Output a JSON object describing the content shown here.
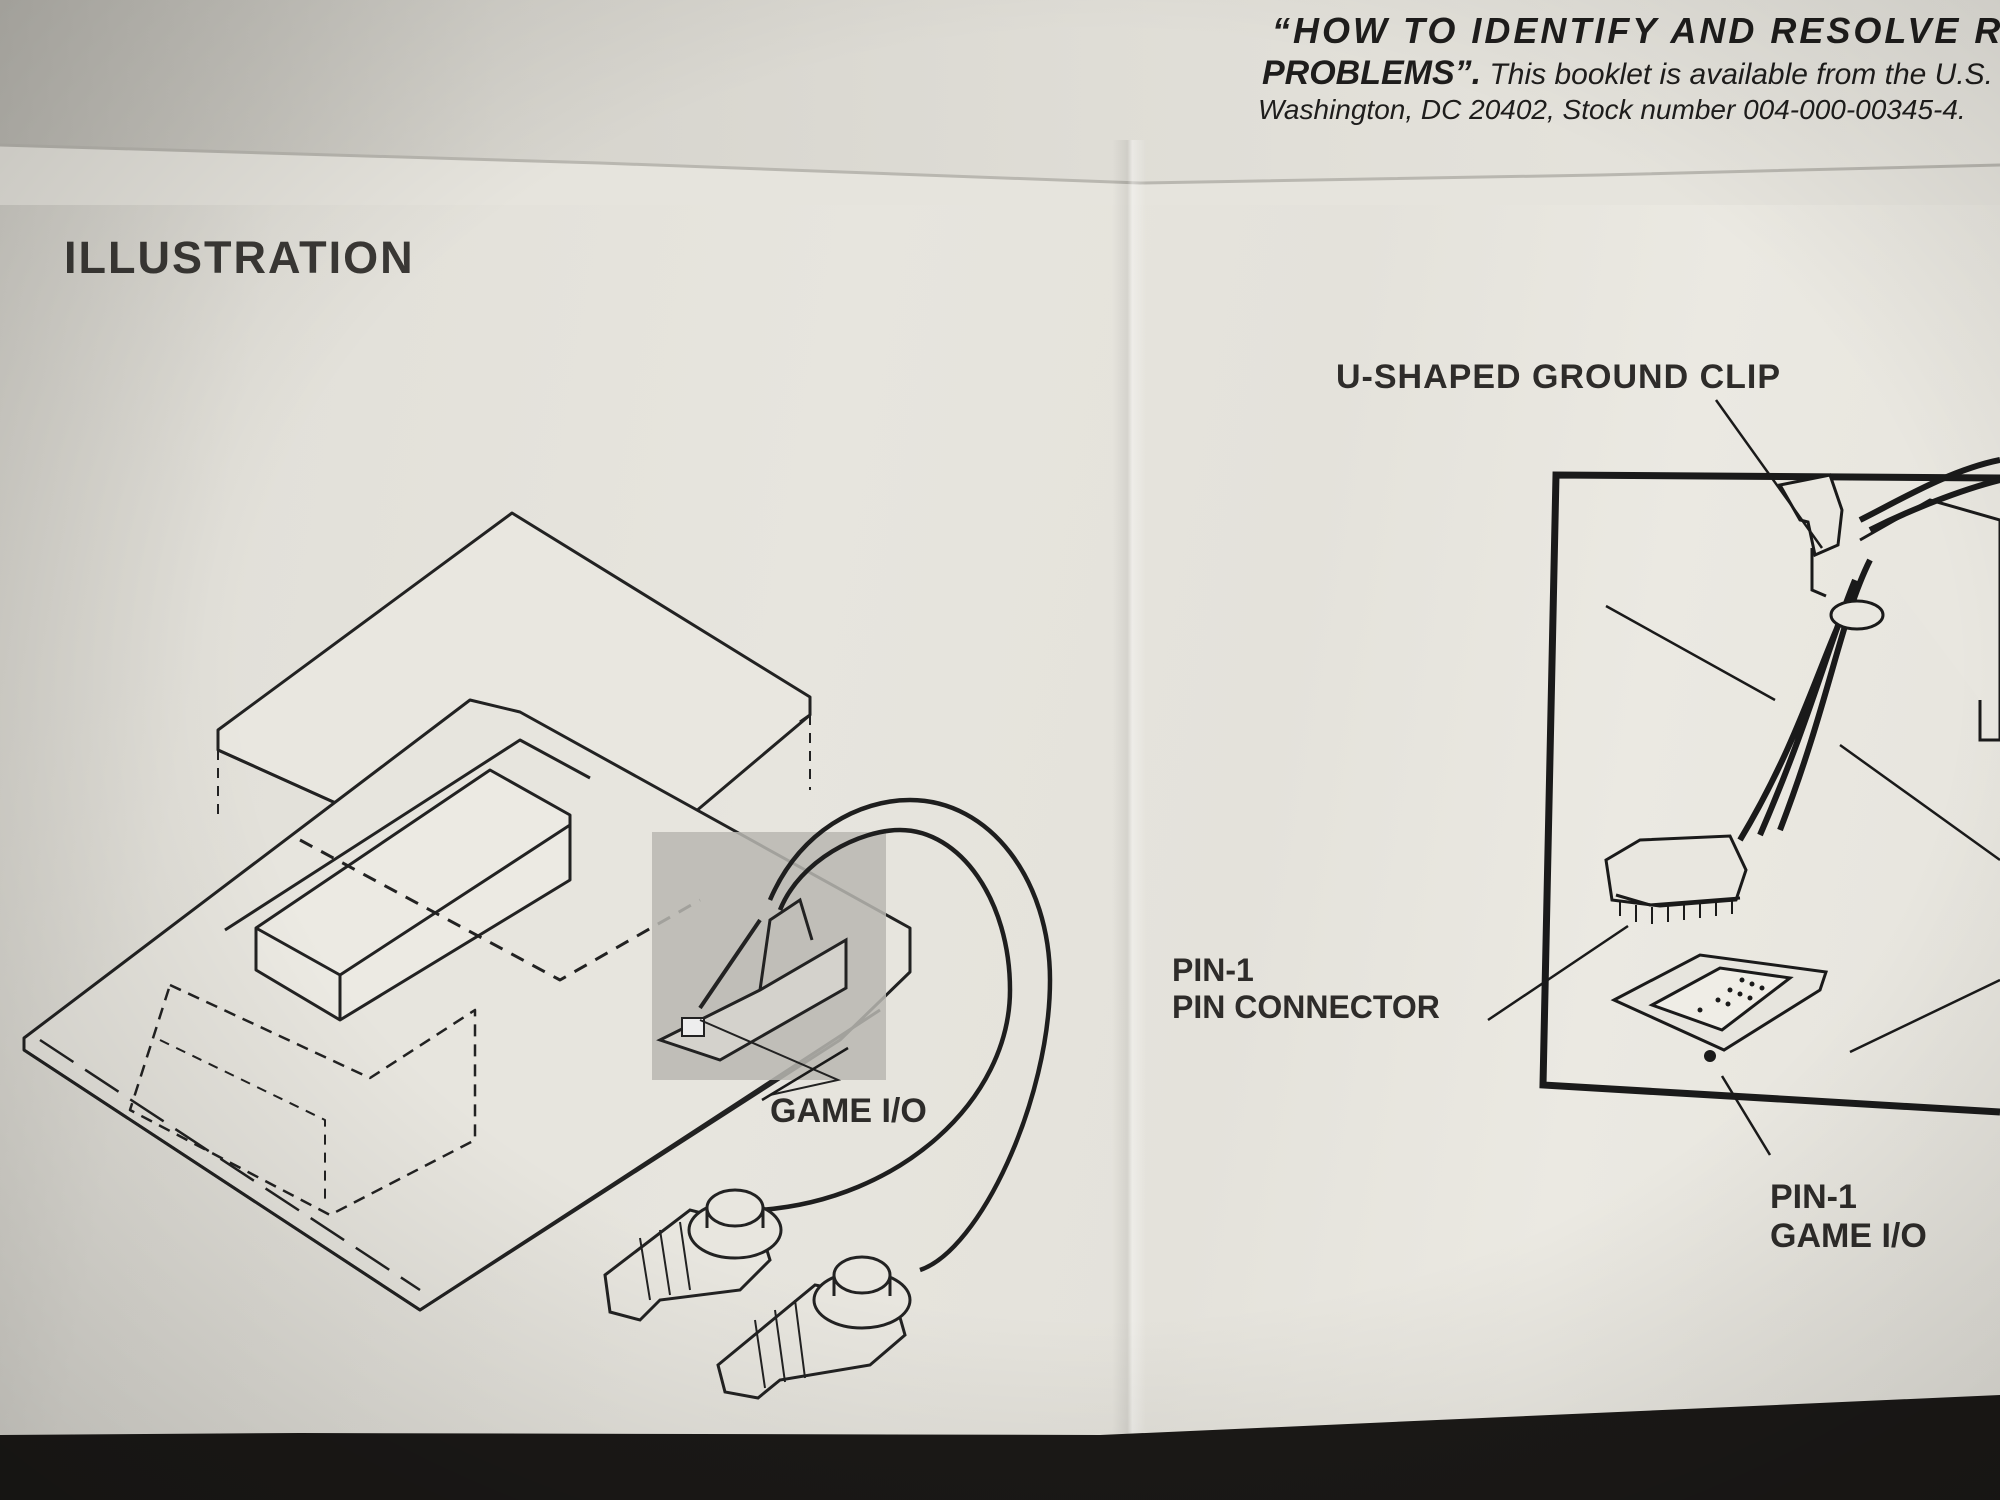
{
  "booklet": {
    "line1": "“HOW  TO  IDENTIFY  AND  RESOLVE  RADI",
    "line2_bold": "PROBLEMS”.",
    "line2_rest": " This booklet is available from the U.S. Go",
    "line3": "Washington, DC  20402, Stock number 004-000-00345-4."
  },
  "section_title": "ILLUSTRATION",
  "labels": {
    "game_io": "GAME I/O",
    "ground_clip": "U-SHAPED GROUND CLIP",
    "pin_connector_line1": "PIN-1",
    "pin_connector_line2": "PIN CONNECTOR",
    "pin1_game_io_line1": "PIN-1",
    "pin1_game_io_line2": "GAME I/O"
  }
}
